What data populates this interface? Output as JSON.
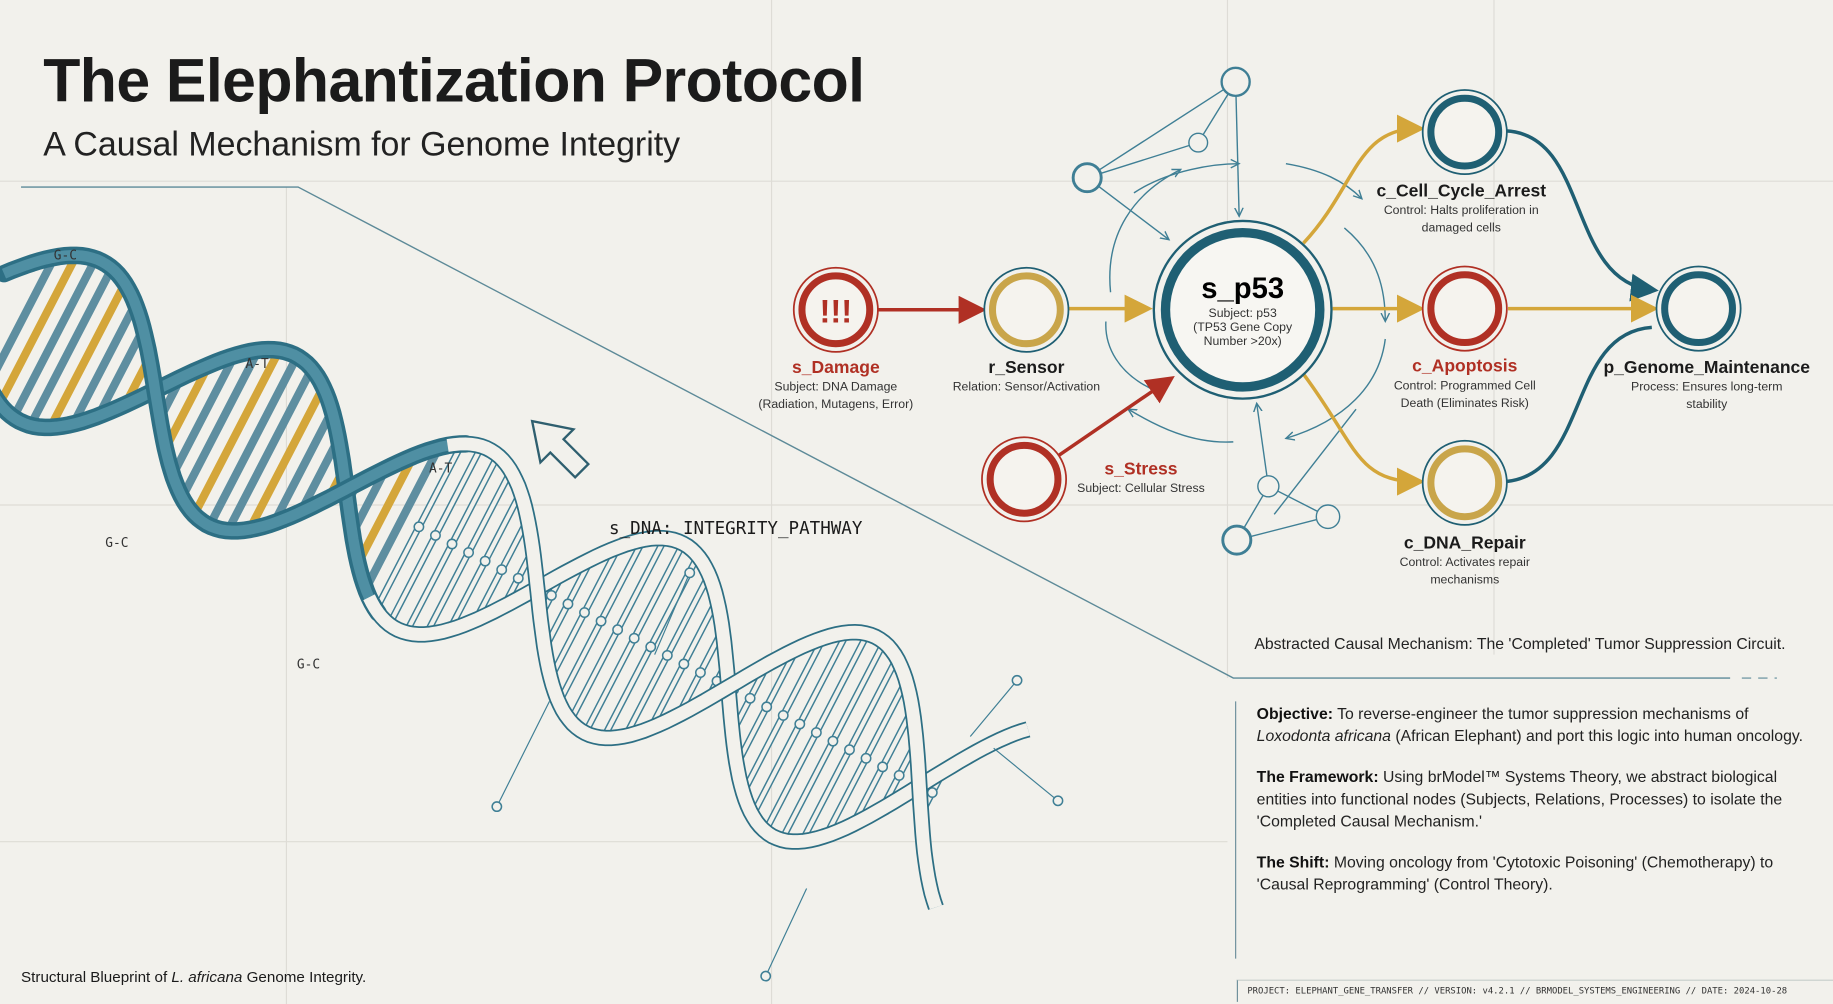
{
  "header": {
    "title": "The Elephantization Protocol",
    "subtitle": "A Causal Mechanism for Genome Integrity"
  },
  "helix": {
    "labels": [
      "G-C",
      "A-T",
      "A-T",
      "G-C",
      "G-C"
    ],
    "pathway_label": "s_DNA: INTEGRITY_PATHWAY",
    "caption_prefix": "Structural Blueprint of ",
    "caption_species": "L. africana",
    "caption_suffix": " Genome Integrity."
  },
  "nodes": {
    "damage": {
      "name": "s_Damage",
      "glyph": "!!!",
      "desc1": "Subject: DNA Damage",
      "desc2": "(Radiation, Mutagens, Error)"
    },
    "sensor": {
      "name": "r_Sensor",
      "desc1": "Relation: Sensor/Activation"
    },
    "p53": {
      "name": "s_p53",
      "desc1": "Subject: p53",
      "desc2": "(TP53 Gene Copy",
      "desc3": "Number >20x)"
    },
    "stress": {
      "name": "s_Stress",
      "desc1": "Subject: Cellular Stress"
    },
    "arrest": {
      "name": "c_Cell_Cycle_Arrest",
      "desc1": "Control: Halts proliferation in",
      "desc2": "damaged cells"
    },
    "apoptosis": {
      "name": "c_Apoptosis",
      "desc1": "Control: Programmed Cell",
      "desc2": "Death (Eliminates Risk)"
    },
    "repair": {
      "name": "c_DNA_Repair",
      "desc1": "Control: Activates repair",
      "desc2": "mechanisms"
    },
    "genome": {
      "name": "p_Genome_Maintenance",
      "desc1": "Process: Ensures long-term",
      "desc2": "stability"
    }
  },
  "colors": {
    "teal": "#1f5f73",
    "red": "#b03024",
    "gold": "#d4a63a",
    "bg": "#f2f1ec"
  },
  "mechanism_caption": "Abstracted Causal Mechanism: The 'Completed' Tumor Suppression Circuit.",
  "body": {
    "objective_label": "Objective:",
    "objective_text1": " To reverse-engineer the tumor suppression mechanisms of ",
    "objective_species": "Loxodonta africana",
    "objective_text2": " (African Elephant) and port this logic into human oncology.",
    "framework_label": "The Framework:",
    "framework_text": " Using brModel™ Systems Theory, we abstract biological entities into functional nodes (Subjects, Relations, Processes) to isolate the 'Completed Causal Mechanism.'",
    "shift_label": "The Shift:",
    "shift_text": " Moving oncology from 'Cytotoxic Poisoning' (Chemotherapy) to 'Causal Reprogramming' (Control Theory)."
  },
  "footer": "PROJECT: ELEPHANT_GENE_TRANSFER // VERSION: v4.2.1 // BRMODEL_SYSTEMS_ENGINEERING // DATE: 2024-10-28"
}
